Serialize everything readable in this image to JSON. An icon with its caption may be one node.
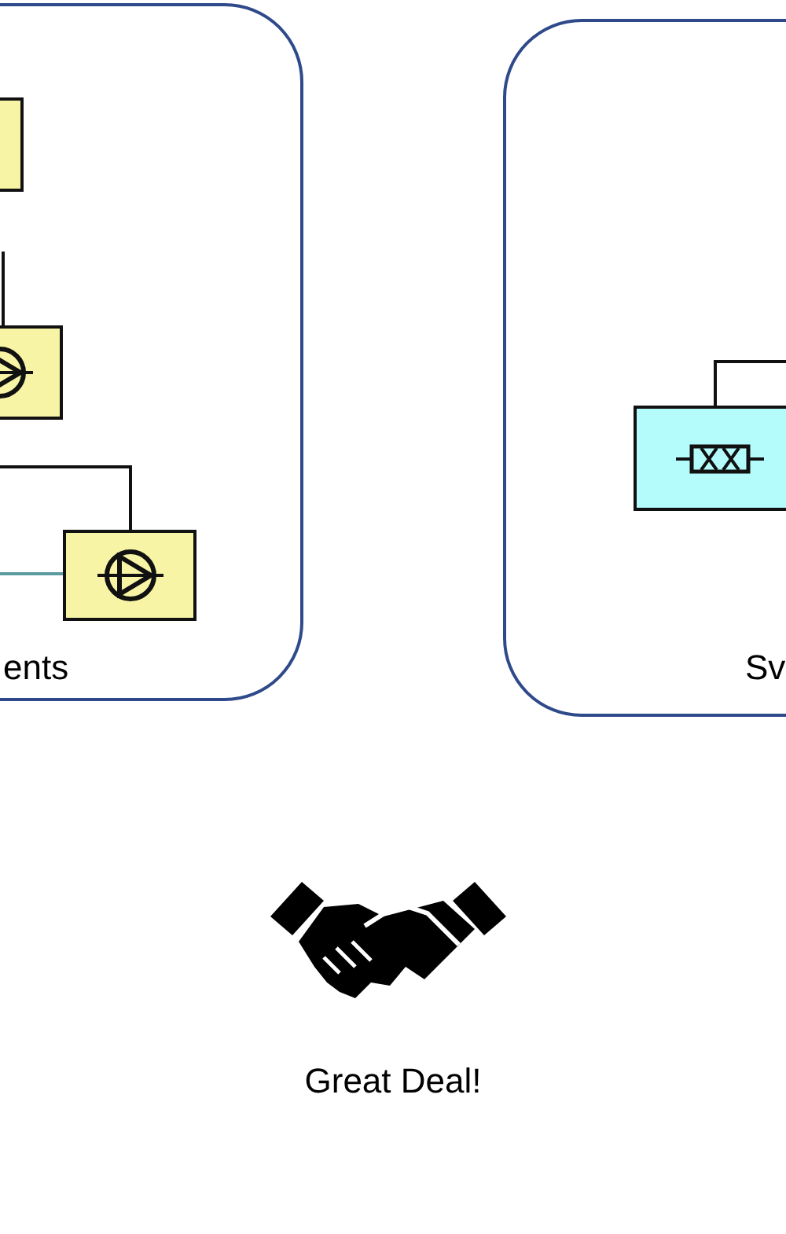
{
  "diagram": {
    "nodes": [
      {
        "text": [
          "ents"
        ]
      },
      {
        "text": [],
        "shape": "box",
        "in": 0
      },
      {
        "text": [],
        "shape": "box",
        "in": 0
      },
      {
        "text": [],
        "shape": "box",
        "in": 0
      },
      {
        "text": [
          "Sv"
        ]
      },
      {
        "text": [],
        "shape": "box",
        "in": 4
      }
    ],
    "edges": [
      {
        "from": null,
        "to": 2,
        "arrow": "none"
      },
      {
        "from": null,
        "to": 3,
        "arrow": "none"
      },
      {
        "from": null,
        "to": 3,
        "arrow": "none",
        "color": "#5a9aa0"
      },
      {
        "from": 5,
        "to": null,
        "arrow": "none"
      }
    ],
    "labels": [
      "Great Deal!"
    ]
  }
}
